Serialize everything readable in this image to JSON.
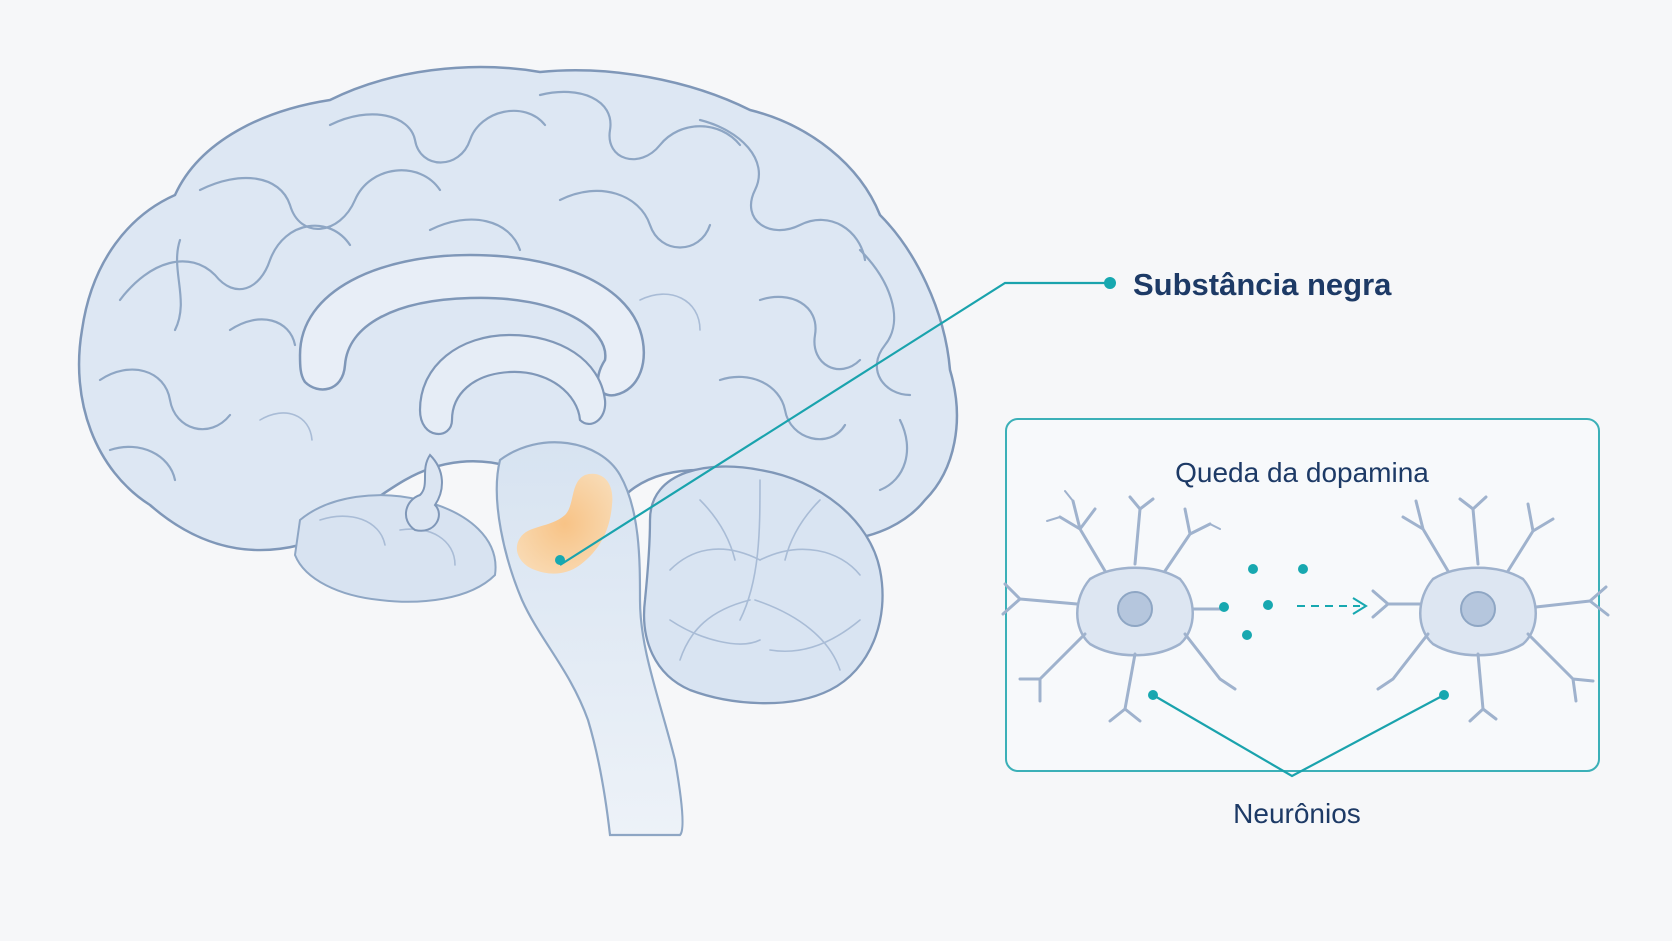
{
  "labels": {
    "substantia_nigra": "Substância negra",
    "dopamine_drop": "Queda da dopamina",
    "neurons": "Neurônios"
  },
  "colors": {
    "background": "#f6f7f9",
    "brain_fill": "#dde7f3",
    "brain_outline": "#7f97b8",
    "highlight": "#fbc98e",
    "accent": "#17a8b0",
    "text": "#1d3a66"
  },
  "icons": {
    "brain": "brain-sagittal-illustration",
    "neuron_left": "neuron-icon",
    "neuron_right": "neuron-icon",
    "dopamine": "dopamine-dot-icon",
    "arrow": "dashed-arrow-right-icon"
  }
}
